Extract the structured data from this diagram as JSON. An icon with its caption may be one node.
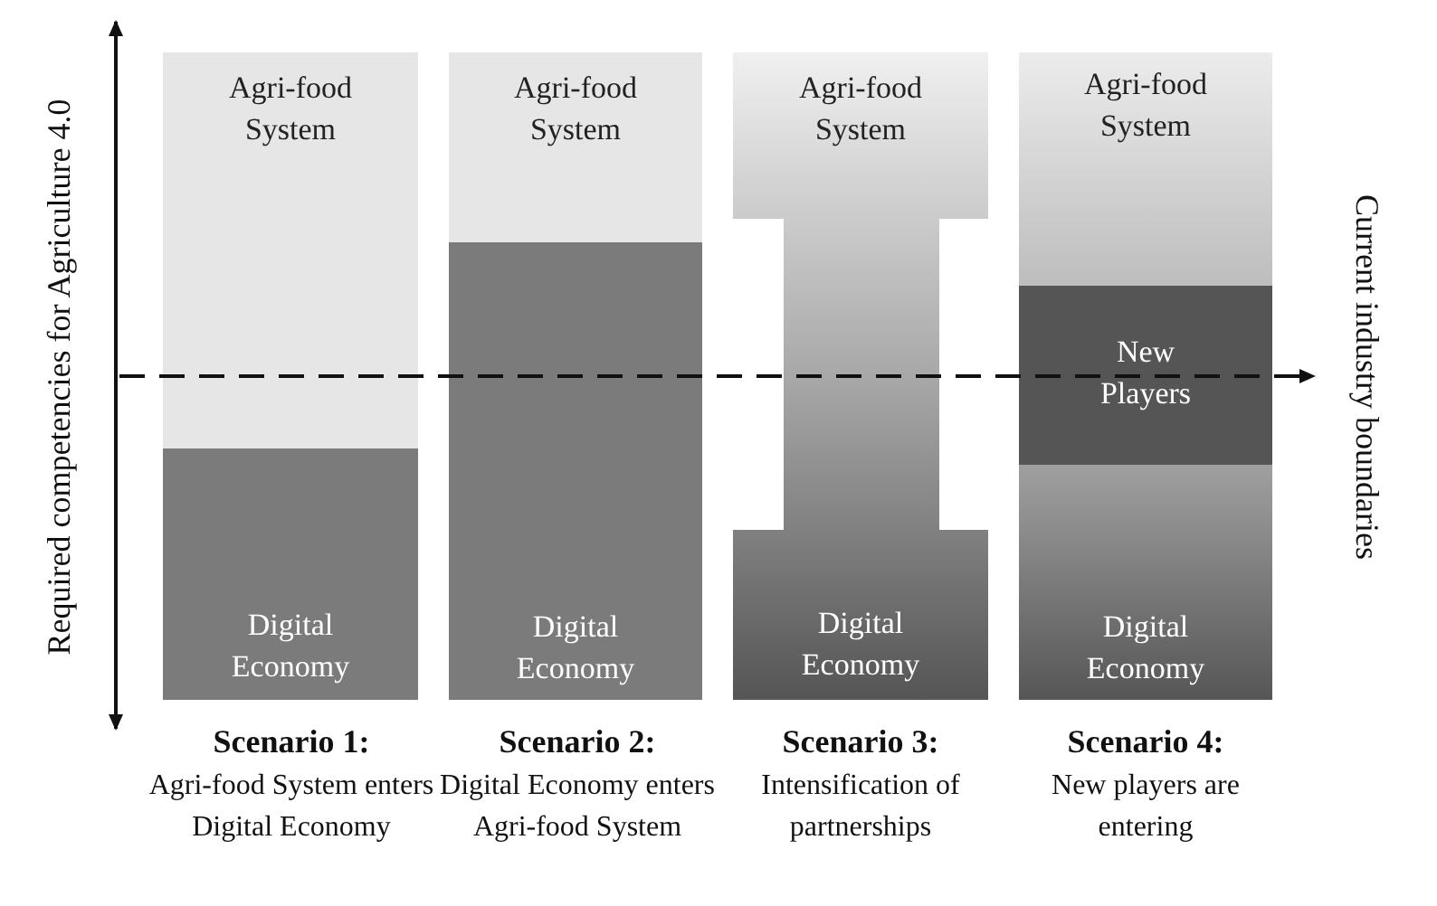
{
  "diagram": {
    "nodes": [
      {
        "text": [
          "Agri-food System"
        ]
      },
      {
        "text": [
          "Digital Economy"
        ]
      },
      {
        "text": [
          "Agri-food System"
        ]
      },
      {
        "text": [
          "Digital Economy"
        ]
      },
      {
        "text": [
          "Agri-food System",
          "Digital Economy"
        ]
      },
      {
        "text": [
          "Agri-food System"
        ]
      },
      {
        "text": [
          "New Players"
        ]
      },
      {
        "text": [
          "Digital Economy"
        ]
      }
    ],
    "edges": [],
    "labels": [
      "Required competencies for Agriculture 4.0",
      "Current industry boundaries",
      "Scenario 1:",
      "Agri-food System enters Digital Economy",
      "Scenario 2:",
      "Digital Economy enters Agri-food System",
      "Scenario 3:",
      "Intensification of partnerships",
      "Scenario 4:",
      "New players are entering"
    ]
  }
}
